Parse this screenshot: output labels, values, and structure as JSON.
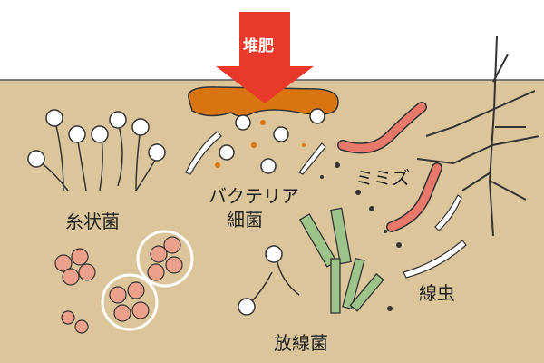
{
  "labels": {
    "compost": "堆肥",
    "fungi": "糸状菌",
    "bacteria_line1": "バクテリア",
    "bacteria_line2": "細菌",
    "earthworm": "ミミズ",
    "nematode": "線虫",
    "actinomycetes": "放線菌"
  },
  "colors": {
    "soil": "#dcc59b",
    "sky": "#ffffff",
    "arrow": "#e8392a",
    "compost": "#d8750f",
    "earthworm": "#e8786a",
    "actinomycetes": "#9cc48a",
    "fungi_spores": "#eaa08a"
  },
  "icons": [
    "compost-arrow-icon",
    "bacteria-icon",
    "fungi-icon",
    "earthworm-icon",
    "nematode-icon",
    "actinomycetes-icon",
    "root-icon"
  ]
}
